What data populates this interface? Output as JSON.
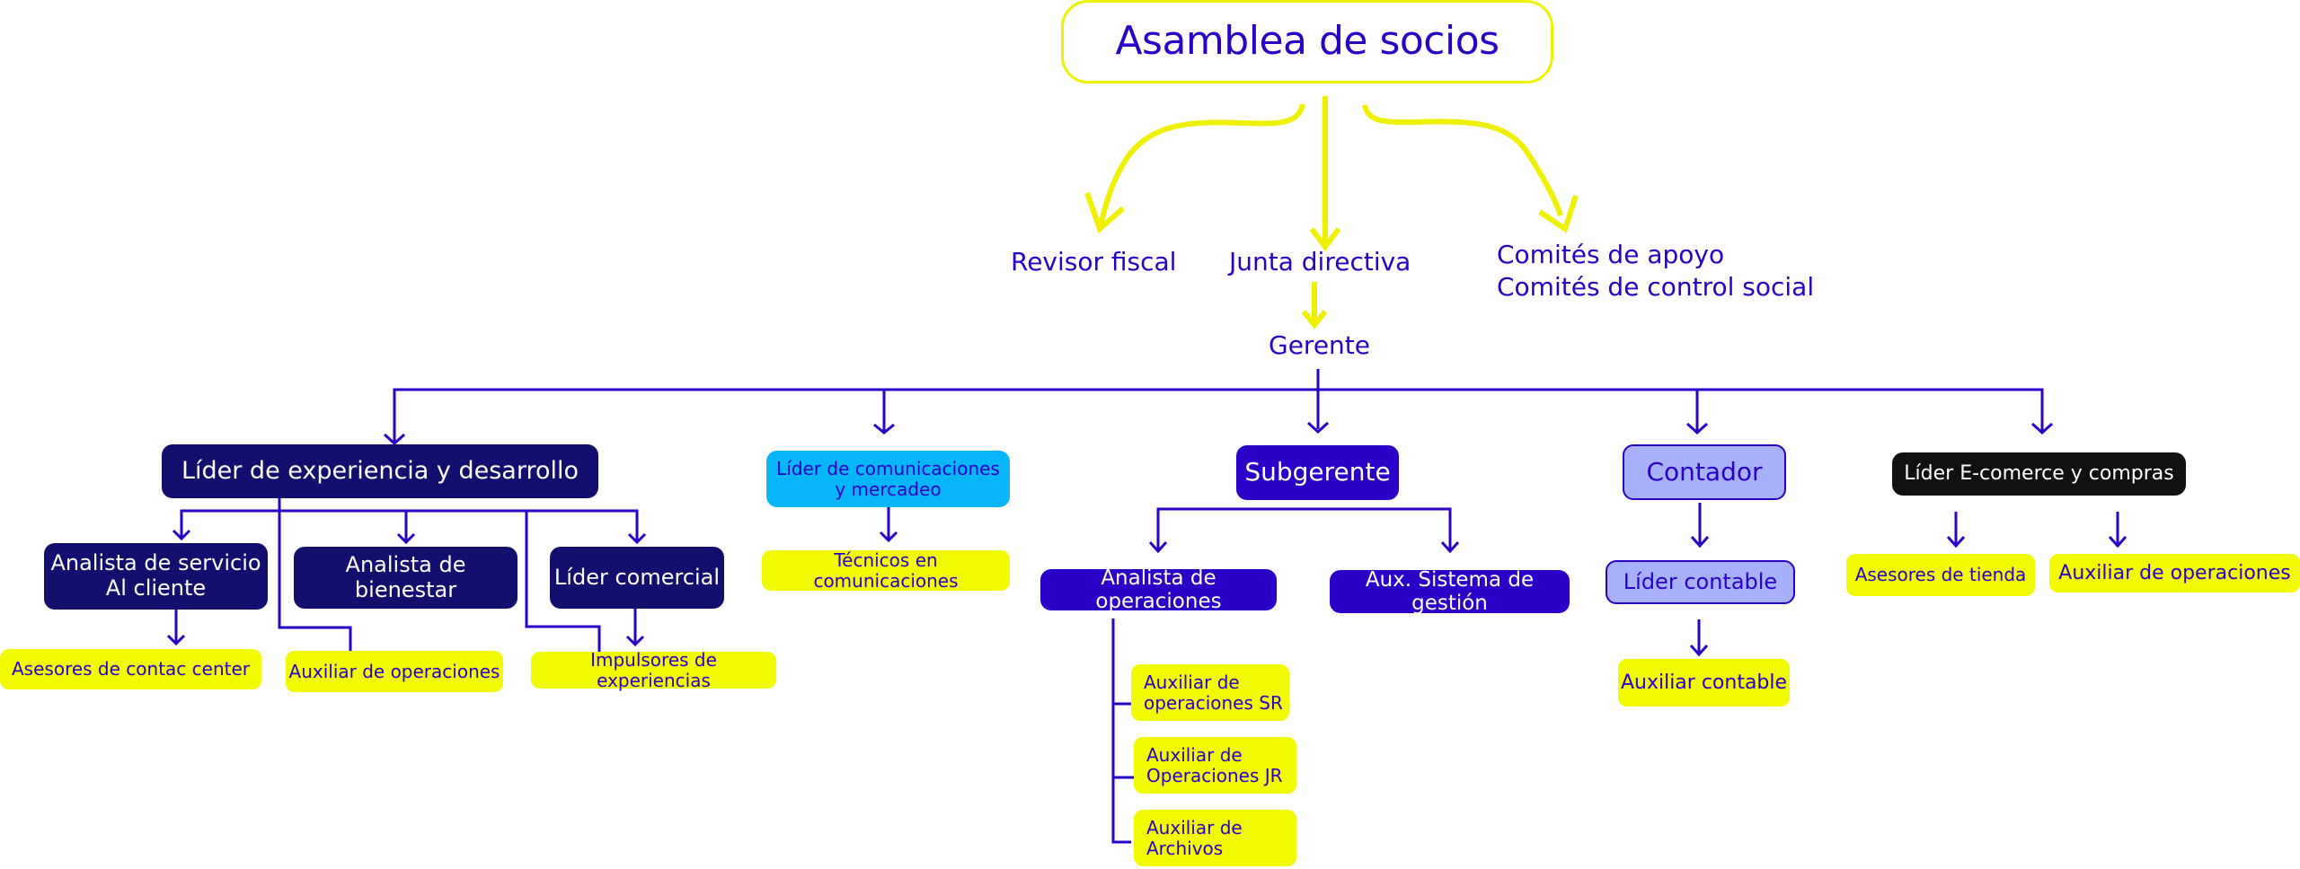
{
  "colors": {
    "primary_text": "#2a00c8",
    "connector": "#2a00c8",
    "top_connector": "#eef000",
    "navy_box": "#120f6e",
    "violet_box": "#2a00c8",
    "lavender_box": "#a7b1fb",
    "cyan_box": "#06b6f8",
    "black_box": "#111111",
    "yellow_box": "#f1fa00"
  },
  "org": {
    "root": "Asamblea de socios",
    "revisor": "Revisor fiscal",
    "junta": "Junta directiva",
    "comites": [
      "Comités de apoyo",
      "Comités de control social"
    ],
    "gerente": "Gerente",
    "branches": {
      "experiencia": {
        "title": "Líder de experiencia y desarrollo",
        "analista_servicio": [
          "Analista de servicio",
          "Al cliente"
        ],
        "analista_bienestar": "Analista de bienestar",
        "lider_comercial": "Líder comercial",
        "asesores_contact": "Asesores de contac center",
        "auxiliar_operaciones": "Auxiliar de operaciones",
        "impulsores": "Impulsores de experiencias"
      },
      "comunicaciones": {
        "title": [
          "Líder de comunicaciones",
          "y mercadeo"
        ],
        "tecnicos": "Técnicos en comunicaciones"
      },
      "subgerente": {
        "title": "Subgerente",
        "analista_operaciones": "Analista de operaciones",
        "aux_sistema": "Aux. Sistema de gestión",
        "aux_sr": [
          "Auxiliar de",
          "operaciones SR"
        ],
        "aux_jr": [
          "Auxiliar de",
          "Operaciones JR"
        ],
        "aux_archivos": [
          "Auxiliar de",
          "Archivos"
        ]
      },
      "contador": {
        "title": "Contador",
        "lider_contable": "Líder contable",
        "auxiliar_contable": "Auxiliar contable"
      },
      "ecommerce": {
        "title": "Líder E-comerce y compras",
        "asesores_tienda": "Asesores de tienda",
        "auxiliar_operaciones": "Auxiliar de operaciones"
      }
    }
  }
}
